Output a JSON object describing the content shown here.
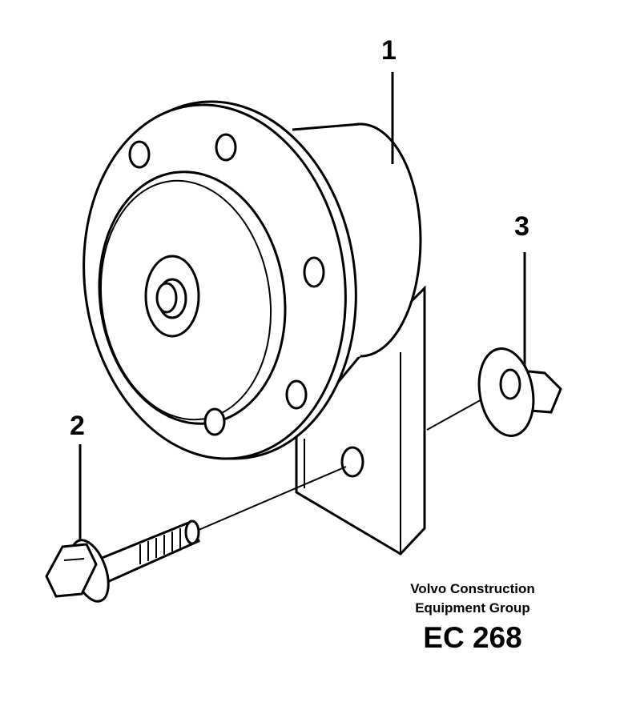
{
  "callouts": [
    "1",
    "2",
    "3"
  ],
  "credit": {
    "line1": "Volvo Construction",
    "line2": "Equipment Group"
  },
  "code": "EC 268",
  "colors": {
    "ink": "#000000",
    "background": "#ffffff"
  }
}
